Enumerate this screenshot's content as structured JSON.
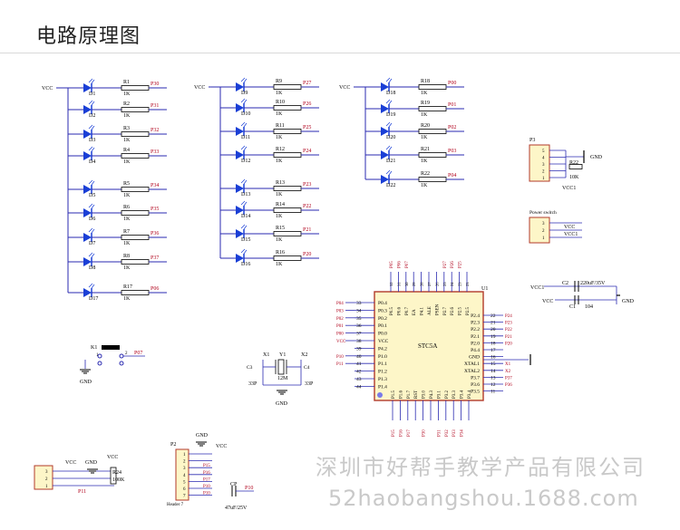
{
  "page_title": "电路原理图",
  "watermark": {
    "cn": "深圳市好帮手教学产品有限公司",
    "url": "52haobangshou.1688.com"
  },
  "colors": {
    "led": "#1a3fd6",
    "wire": "#2a2ab0",
    "chip_fill": "#fdf6c8",
    "chip_stroke": "#b23a2a",
    "net": "#b0001a"
  },
  "vcc": "VCC",
  "gnd": "GND",
  "res_value": "1K",
  "led_col1": {
    "leds": [
      "D1",
      "D2",
      "D3",
      "D4",
      "D5",
      "D6",
      "D7",
      "D8",
      "D17"
    ],
    "res": [
      "R1",
      "R2",
      "R3",
      "R4",
      "R5",
      "R6",
      "R7",
      "R8",
      "R17"
    ],
    "nets": [
      "P30",
      "P31",
      "P32",
      "P33",
      "P34",
      "P35",
      "P36",
      "P37",
      "P06"
    ]
  },
  "led_col2": {
    "leds": [
      "D9",
      "D10",
      "D11",
      "D12",
      "D13",
      "D14",
      "D15",
      "D16"
    ],
    "res": [
      "R9",
      "R10",
      "R11",
      "R12",
      "R13",
      "R14",
      "R15",
      "R16"
    ],
    "nets": [
      "P27",
      "P26",
      "P25",
      "P24",
      "P23",
      "P22",
      "P21",
      "P20"
    ]
  },
  "led_col3": {
    "leds": [
      "D18",
      "D19",
      "D20",
      "D21",
      "D22"
    ],
    "res": [
      "R18",
      "R19",
      "R20",
      "R21",
      "R22"
    ],
    "nets": [
      "P00",
      "P01",
      "P02",
      "P03",
      "P04"
    ]
  },
  "p3": {
    "ref": "P3",
    "pins": [
      "5",
      "4",
      "3",
      "2",
      "1"
    ],
    "r22": "R22",
    "r22_val": "10K",
    "gnd": "GND",
    "vcc": "VCC1"
  },
  "power_switch": {
    "ref": "Power switch",
    "pins": [
      "3",
      "2",
      "1"
    ],
    "nets": [
      "VCC",
      "VCC1"
    ]
  },
  "caps": {
    "c2": "C2",
    "c2_val": "220uF/35V",
    "c1": "C1",
    "c1_val": "104",
    "vcc1": "VCC1",
    "vcc": "VCC",
    "gnd": "GND"
  },
  "u1": {
    "ref": "U1",
    "part": "STC5A",
    "left_pins": [
      {
        "num": "33",
        "name": "P0.4"
      },
      {
        "num": "34",
        "name": "P0.3"
      },
      {
        "num": "35",
        "name": "P0.2"
      },
      {
        "num": "36",
        "name": "P0.1"
      },
      {
        "num": "37",
        "name": "P0.0"
      },
      {
        "num": "38",
        "name": "VCC"
      },
      {
        "num": "39",
        "name": "P4.2"
      },
      {
        "num": "40",
        "name": "P1.0"
      },
      {
        "num": "41",
        "name": "P1.1"
      },
      {
        "num": "42",
        "name": "P1.2"
      },
      {
        "num": "43",
        "name": "P1.3"
      },
      {
        "num": "44",
        "name": "P1.4"
      }
    ],
    "left_nets": [
      "P04",
      "P03",
      "P02",
      "P01",
      "P00",
      "VCC",
      "",
      "P10",
      "P11",
      "",
      "",
      ""
    ],
    "right_pins": [
      {
        "num": "22",
        "name": "P2.4"
      },
      {
        "num": "21",
        "name": "P2.3"
      },
      {
        "num": "20",
        "name": "P2.2"
      },
      {
        "num": "19",
        "name": "P2.1"
      },
      {
        "num": "18",
        "name": "P2.0"
      },
      {
        "num": "17",
        "name": "P4.4"
      },
      {
        "num": "16",
        "name": "GND"
      },
      {
        "num": "15",
        "name": "XTAL1"
      },
      {
        "num": "14",
        "name": "XTAL2"
      },
      {
        "num": "13",
        "name": "P3.7"
      },
      {
        "num": "12",
        "name": "P3.6"
      },
      {
        "num": "11",
        "name": "P3.5"
      }
    ],
    "right_nets": [
      "P24",
      "P23",
      "P22",
      "P21",
      "P20",
      "",
      "",
      "X1",
      "X2",
      "P37",
      "P36",
      ""
    ],
    "top_pins": [
      "P0.5",
      "P0.6",
      "P0.7",
      "EA",
      "P4.1",
      "ALE",
      "PSEN",
      "P2.7",
      "P2.6",
      "P2.5",
      "P2.5"
    ],
    "top_nums": [
      "32",
      "31",
      "30",
      "29",
      "28",
      "27",
      "26",
      "25",
      "24",
      "23",
      "23"
    ],
    "top_nets": [
      "P05",
      "P06",
      "P07",
      "",
      "",
      "",
      "",
      "P27",
      "P26",
      "P25",
      ""
    ],
    "bottom_pins": [
      "P1.5",
      "P1.6",
      "P1.7",
      "RST",
      "P3.0",
      "P4.3",
      "P3.1",
      "P3.2",
      "P3.3",
      "P3.4",
      "P3.4"
    ],
    "bottom_nets": [
      "P15",
      "P16",
      "P17",
      "",
      "P30",
      "",
      "P31",
      "P32",
      "P33",
      "P34",
      ""
    ]
  },
  "k1": {
    "ref": "K1",
    "pins": [
      "1",
      "2"
    ],
    "net": "P07",
    "gnd": "GND"
  },
  "crystal": {
    "ref": "Y1",
    "freq": "12M",
    "x1": "X1",
    "x2": "X2",
    "c3": "C3",
    "c4": "C4",
    "cap": "33P",
    "cap2": "33P",
    "gnd": "GND"
  },
  "power_jack": {
    "pins": [
      "3",
      "2",
      "1"
    ],
    "vcc": "VCC",
    "gnd": "GND",
    "net": "P11",
    "r24": "R24",
    "r24_val": "100K",
    "vcc2": "VCC"
  },
  "p2": {
    "ref": "P2",
    "label": "Header 7",
    "pins": [
      "1",
      "2",
      "3",
      "4",
      "5",
      "6",
      "7"
    ],
    "nets": [
      "",
      "",
      "P15",
      "P16",
      "P17",
      "P10",
      "P10"
    ],
    "gnd": "GND",
    "vcc": "VCC",
    "cp": "CP",
    "cp_val": "47uF/25V",
    "cp_net": "P10"
  }
}
